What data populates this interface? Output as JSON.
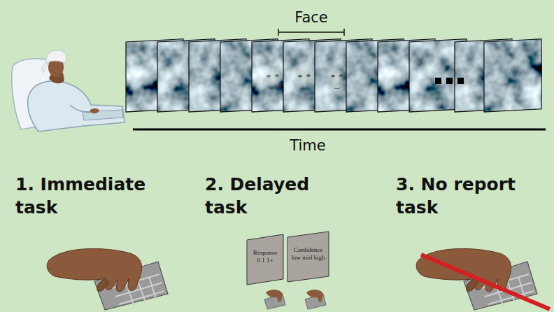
{
  "diagram": {
    "nodes": [
      {
        "text": [
          "Response",
          "0 1 1+"
        ]
      },
      {
        "text": [
          "Confidence",
          "low mid high"
        ]
      }
    ],
    "labels": [
      "Face",
      "Time",
      "1. Immediate task",
      "2. Delayed task",
      "3. No report task"
    ]
  }
}
